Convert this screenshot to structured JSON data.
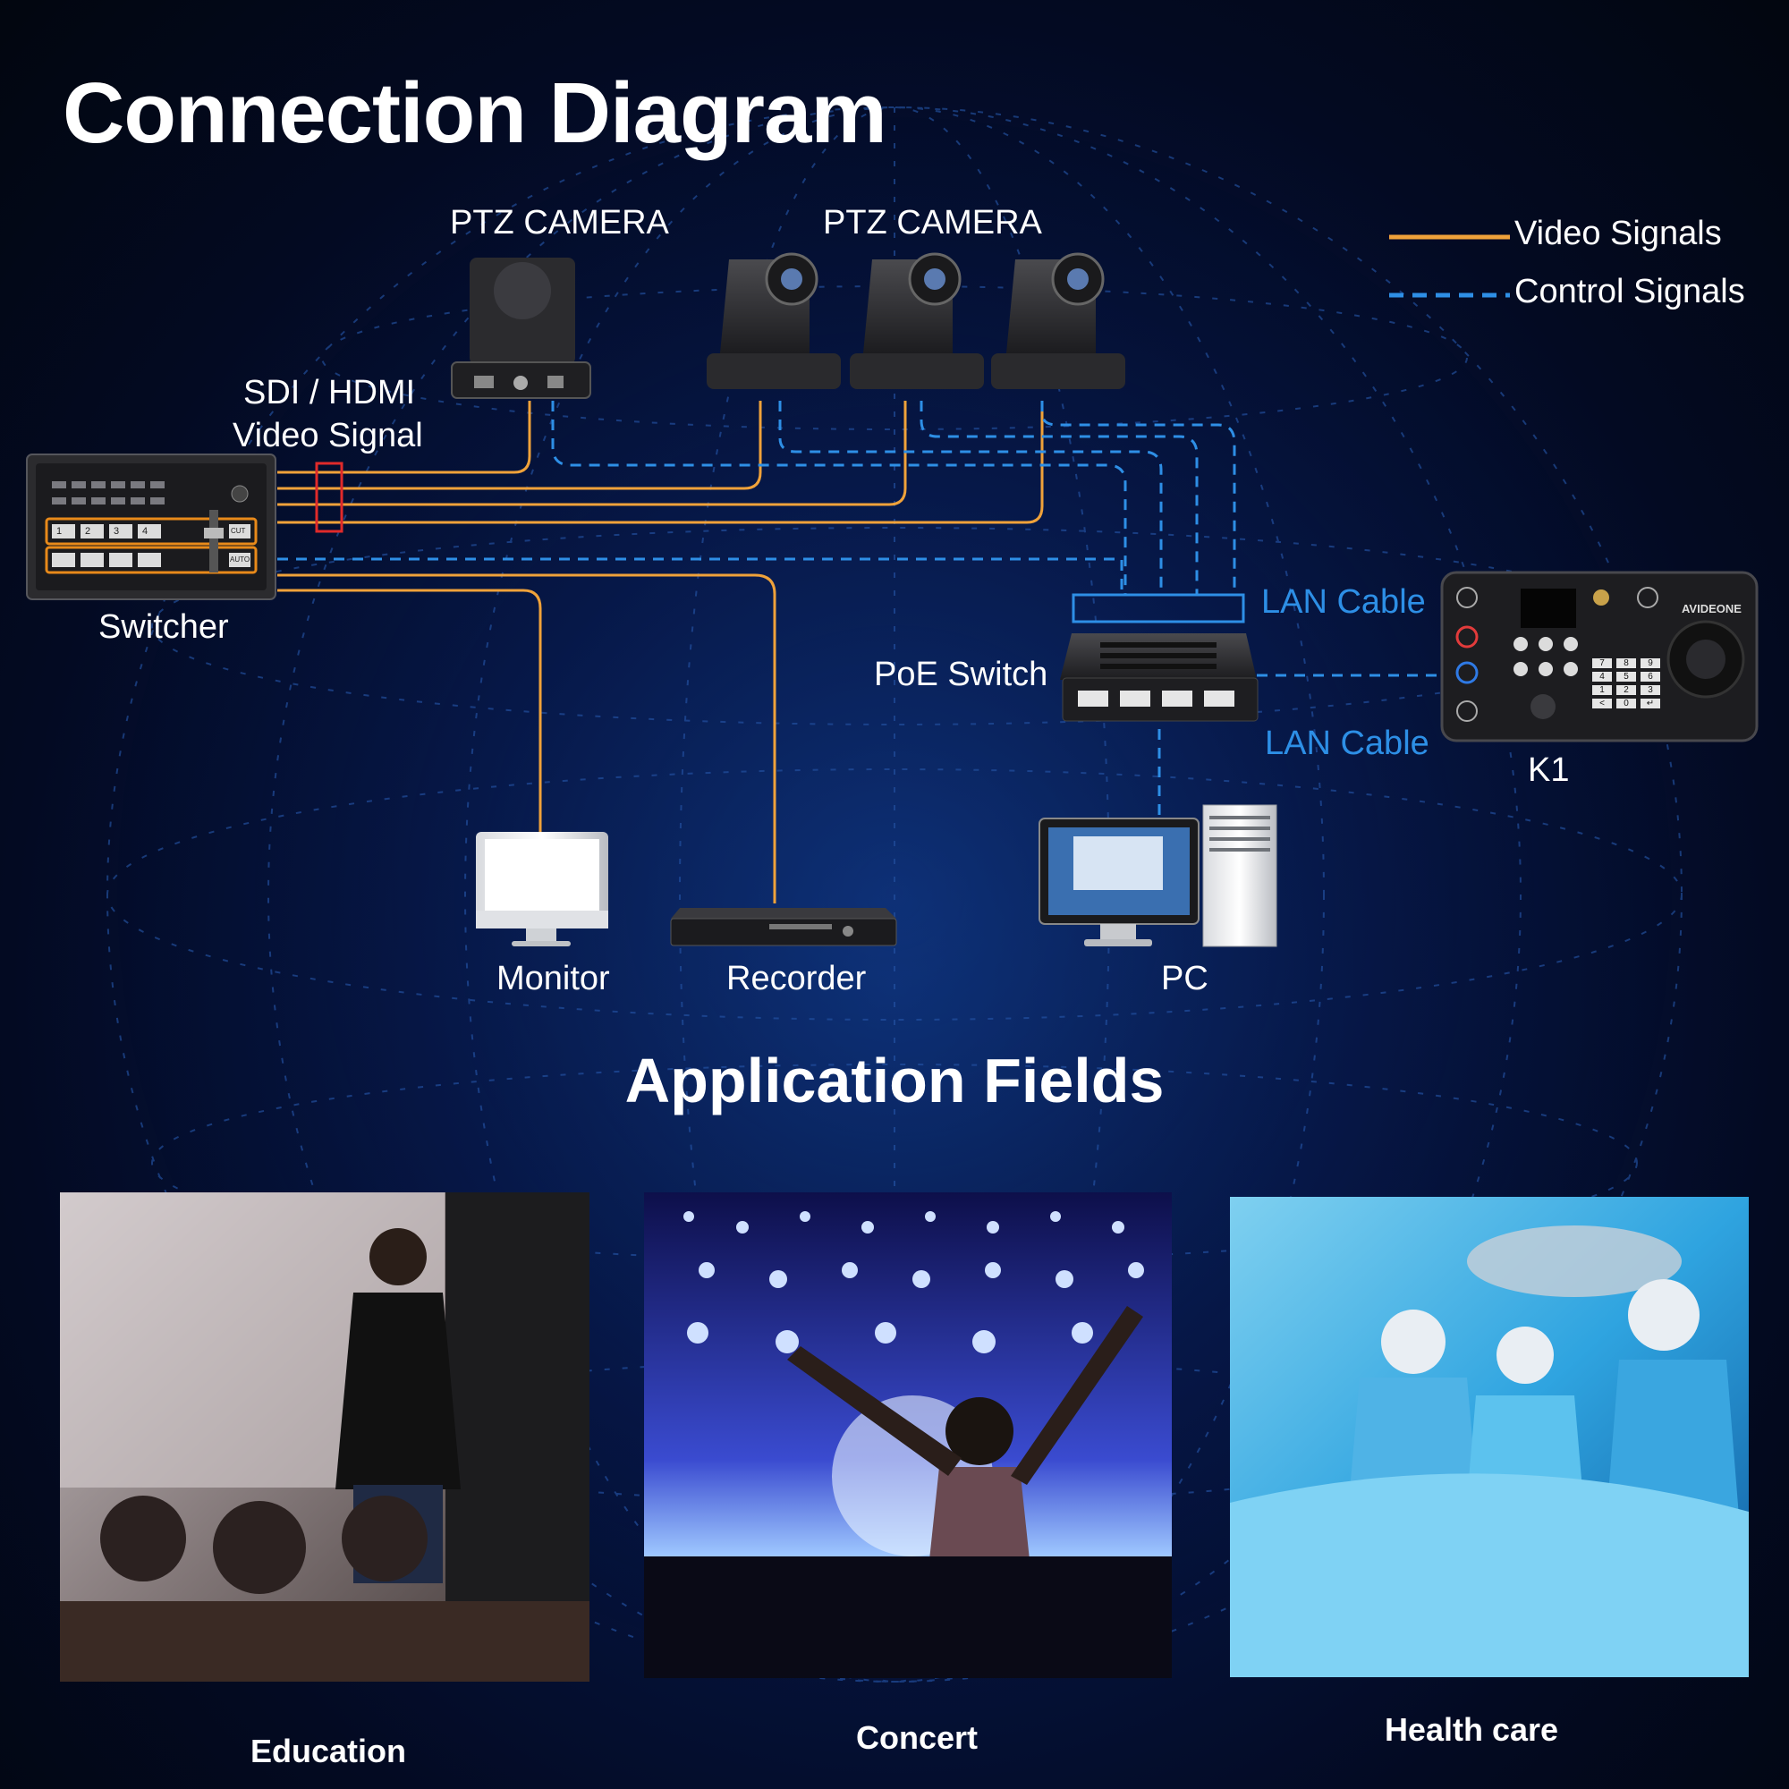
{
  "title": "Connection Diagram",
  "legend": {
    "video": {
      "label": "Video Signals",
      "color": "#f0a23a"
    },
    "control": {
      "label": "Control Signals",
      "color": "#2e8fe6"
    }
  },
  "devices": {
    "ptz_camera_1": "PTZ CAMERA",
    "ptz_camera_group": "PTZ CAMERA",
    "switcher": "Switcher",
    "signal_note_line1": "SDI / HDMI",
    "signal_note_line2": "Video Signal",
    "poe_switch": "PoE Switch",
    "lan_cable_top": "LAN Cable",
    "lan_cable_bottom": "LAN Cable",
    "controller": "K1",
    "controller_brand": "AVIDEONE",
    "monitor": "Monitor",
    "recorder": "Recorder",
    "pc": "PC"
  },
  "switcher_buttons": [
    "1",
    "2",
    "3",
    "4",
    "CUT",
    "AUTO"
  ],
  "keypad_keys": [
    "7",
    "8",
    "9",
    "4",
    "5",
    "6",
    "1",
    "2",
    "3",
    "<",
    "0",
    "↵"
  ],
  "applications": {
    "title": "Application Fields",
    "items": [
      {
        "label": "Education"
      },
      {
        "label": "Concert"
      },
      {
        "label": "Health care"
      }
    ]
  }
}
